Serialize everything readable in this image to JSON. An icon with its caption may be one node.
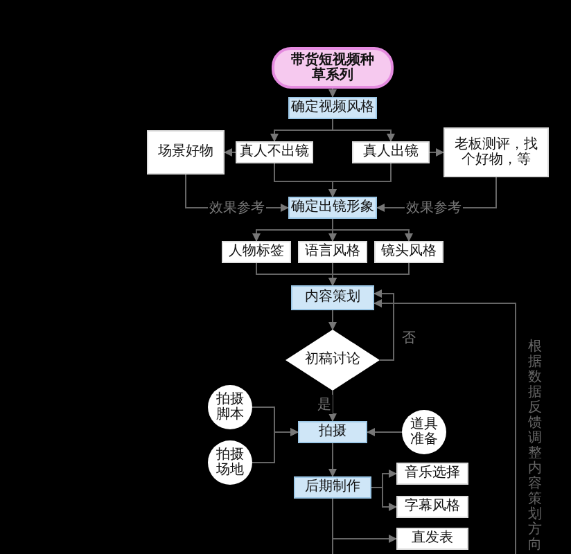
{
  "diagram": {
    "nodes": [
      {
        "text": [
          "带货短视频种草系列"
        ]
      },
      {
        "text": [
          "确定视频风格"
        ]
      },
      {
        "text": [
          "真人不出镜"
        ]
      },
      {
        "text": [
          "真人出镜"
        ]
      },
      {
        "text": [
          "场景好物"
        ]
      },
      {
        "text": [
          "老板测评，找个好物，等"
        ]
      },
      {
        "text": [
          "确定出镜形象"
        ]
      },
      {
        "text": [
          "人物标签"
        ]
      },
      {
        "text": [
          "语言风格"
        ]
      },
      {
        "text": [
          "镜头风格"
        ]
      },
      {
        "text": [
          "内容策划"
        ]
      },
      {
        "text": [
          "初稿讨论"
        ]
      },
      {
        "text": [
          "拍摄脚本"
        ]
      },
      {
        "text": [
          "拍摄场地"
        ]
      },
      {
        "text": [
          "拍摄"
        ]
      },
      {
        "text": [
          "道具准备"
        ]
      },
      {
        "text": [
          "后期制作"
        ]
      },
      {
        "text": [
          "音乐选择"
        ]
      },
      {
        "text": [
          "字幕风格"
        ]
      },
      {
        "text": [
          "直发表"
        ]
      }
    ],
    "edges": [
      {
        "from": 0,
        "to": 1,
        "arrow": "to"
      },
      {
        "from": 1,
        "to": 2,
        "arrow": "to"
      },
      {
        "from": 1,
        "to": 3,
        "arrow": "to"
      },
      {
        "from": 2,
        "to": 4,
        "arrow": "to"
      },
      {
        "from": 3,
        "to": 5,
        "arrow": "to"
      },
      {
        "from": 2,
        "to": 6,
        "arrow": "to"
      },
      {
        "from": 3,
        "to": 6,
        "arrow": "to"
      },
      {
        "from": 4,
        "to": 6,
        "arrow": "to",
        "label": "效果参考"
      },
      {
        "from": 5,
        "to": 6,
        "arrow": "to",
        "label": "效果参考"
      },
      {
        "from": 6,
        "to": 7,
        "arrow": "to"
      },
      {
        "from": 6,
        "to": 8,
        "arrow": "to"
      },
      {
        "from": 6,
        "to": 9,
        "arrow": "to"
      },
      {
        "from": 7,
        "to": 10,
        "arrow": "to"
      },
      {
        "from": 8,
        "to": 10,
        "arrow": "to"
      },
      {
        "from": 9,
        "to": 10,
        "arrow": "to"
      },
      {
        "from": 10,
        "to": 11,
        "arrow": "to"
      },
      {
        "from": 11,
        "to": 14,
        "arrow": "to",
        "label": "是"
      },
      {
        "from": 11,
        "to": 10,
        "arrow": "to",
        "label": "否"
      },
      {
        "from": 12,
        "to": 14,
        "arrow": "to"
      },
      {
        "from": 13,
        "to": 14,
        "arrow": "to"
      },
      {
        "from": 15,
        "to": 14,
        "arrow": "to"
      },
      {
        "from": 14,
        "to": 16,
        "arrow": "to"
      },
      {
        "from": 16,
        "to": 17,
        "arrow": "to"
      },
      {
        "from": 16,
        "to": 18,
        "arrow": "to"
      },
      {
        "from": 16,
        "to": 19,
        "arrow": "to"
      },
      {
        "from": 16,
        "to": null,
        "arrow": "none"
      },
      {
        "from": null,
        "to": 10,
        "arrow": "to"
      }
    ],
    "labels": [
      "根据数据反馈调整内容策划方向"
    ]
  }
}
